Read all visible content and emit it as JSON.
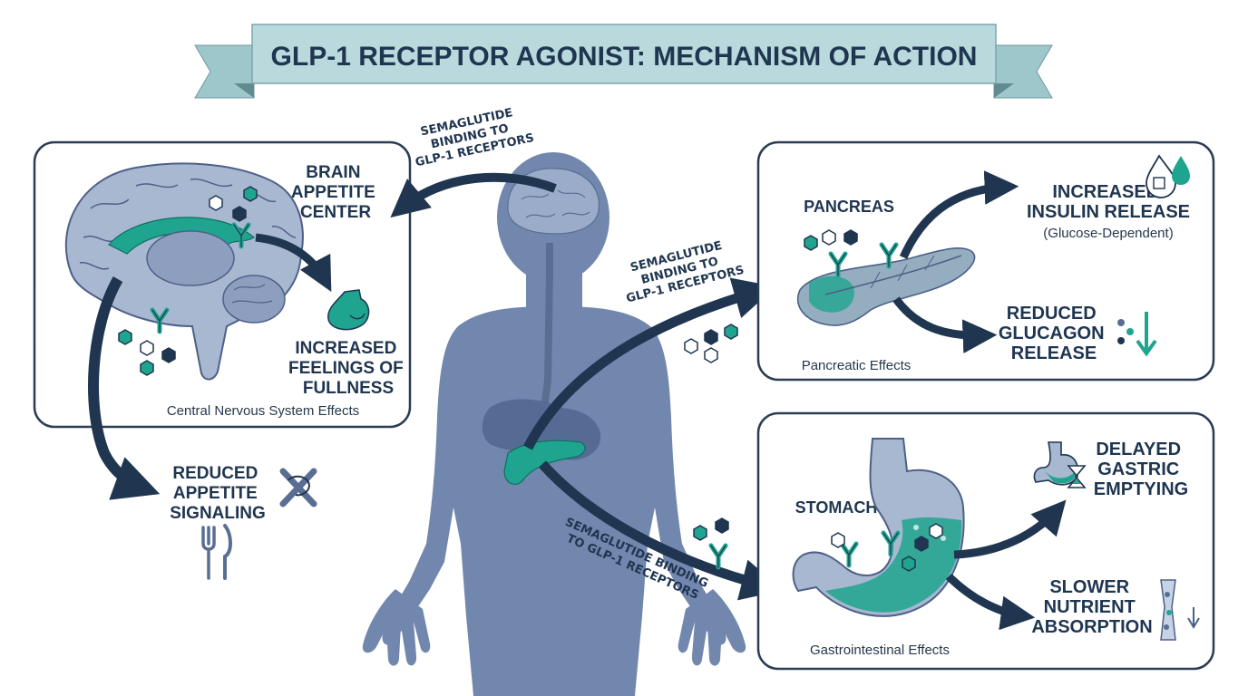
{
  "title": "GLP-1 RECEPTOR AGONIST: MECHANISM OF ACTION",
  "binding_labels": {
    "top": [
      "SEMAGLUTIDE",
      "BINDING TO",
      "GLP-1 RECEPTORS"
    ],
    "middle": [
      "SEMAGLUTIDE",
      "BINDING TO",
      "GLP-1 RECEPTORS"
    ],
    "bottom": [
      "SEMAGLUTIDE BINDING",
      "TO GLP-1 RECEPTORS"
    ]
  },
  "brain_panel": {
    "caption": "Central Nervous System Effects",
    "brain_center": [
      "BRAIN",
      "APPETITE",
      "CENTER"
    ],
    "fullness": [
      "INCREASED",
      "FEELINGS OF",
      "FULLNESS"
    ]
  },
  "appetite_effect": [
    "REDUCED",
    "APPETITE",
    "SIGNALING"
  ],
  "pancreas_panel": {
    "caption": "Pancreatic Effects",
    "organ_label": "PANCREAS",
    "insulin": [
      "INCREASED",
      "INSULIN RELEASE"
    ],
    "insulin_note": "(Glucose-Dependent)",
    "glucagon": [
      "REDUCED",
      "GLUCAGON",
      "RELEASE"
    ]
  },
  "stomach_panel": {
    "caption": "Gastrointestinal Effects",
    "organ_label": "STOMACH",
    "emptying": [
      "DELAYED",
      "GASTRIC",
      "EMPTYING"
    ],
    "absorption": [
      "SLOWER",
      "NUTRIENT",
      "ABSORPTION"
    ]
  },
  "colors": {
    "navy": "#1f3550",
    "teal": "#1fa58f",
    "body_blue": "#6c82a8",
    "banner": "#b9d9dc",
    "panel_border": "#2b3d55"
  },
  "icons": [
    "hexagon-molecule-icon",
    "receptor-y-icon",
    "fork-knife-icon",
    "cross-out-icon",
    "water-drop-icon",
    "down-arrow-icon",
    "hourglass-icon",
    "capsule-icon"
  ]
}
